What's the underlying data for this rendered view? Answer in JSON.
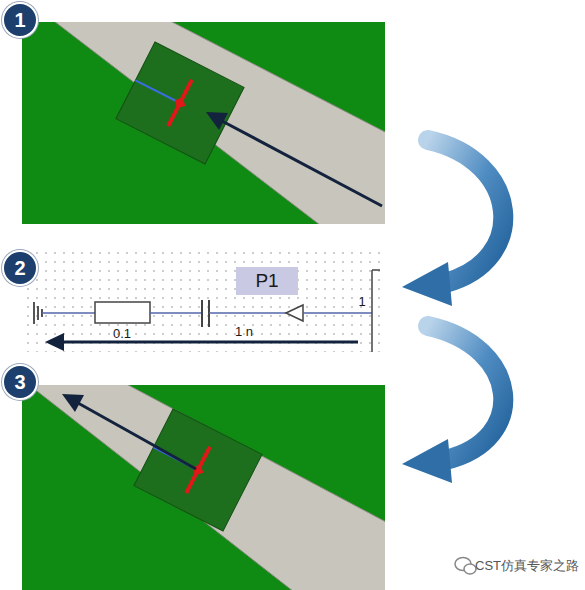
{
  "diagram": {
    "nodes": [
      {
        "text": [
          "1"
        ]
      },
      {
        "text": [
          "2"
        ]
      },
      {
        "text": [
          "3"
        ]
      },
      {
        "text": [
          "P1"
        ]
      }
    ],
    "labels": [
      "0.1",
      "1 n",
      "1",
      "CST仿真专家之路"
    ]
  }
}
